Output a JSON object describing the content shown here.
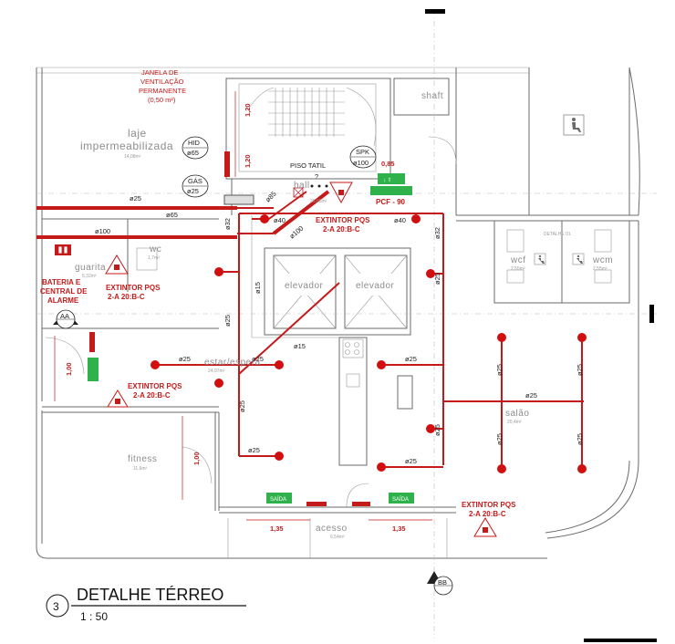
{
  "drawing": {
    "title": "DETALHE TÉRREO",
    "number": "3",
    "scale": "1 : 50"
  },
  "sections": {
    "aa": "AA",
    "bb": "BB"
  },
  "rooms": {
    "laje": "laje",
    "laje2": "impermeabilizada",
    "laje_area": "14,08m²",
    "wc": "wc",
    "wc_area": "1,7m²",
    "guarita": "guarita",
    "guarita_area": "5,32m²",
    "hall": "hall",
    "hall_area": "26,66m²",
    "elevador1": "elevador",
    "elevador2": "elevador",
    "estar": "estar/espera",
    "estar_area": "24,97m²",
    "fitness": "fitness",
    "fitness_area": "11,6m²",
    "salao": "salão",
    "salao_area": "20,4m²",
    "acesso": "acesso",
    "acesso_area": "6,54m²",
    "wcf": "wcf",
    "wcf_area": "2,55m²",
    "wcm": "wcm",
    "wcm_area": "2,55m²",
    "shaft": "shaft",
    "detalhe": "DETALHE 01"
  },
  "labels": {
    "janela": [
      "JANELA DE",
      "VENTILAÇÃO",
      "PERMANENTE",
      "(0,50 m²)"
    ],
    "hid": "HID",
    "gas": "GÁS",
    "spk": "SPK",
    "piso_tatil": "PISO TATIL",
    "pcf": "PCF - 90",
    "extintor_top": [
      "EXTINTOR PQS",
      "2-A 20:B-C"
    ],
    "extintor_guarita": [
      "EXTINTOR PQS",
      "2-A 20:B-C"
    ],
    "extintor_estar": [
      "EXTINTOR PQS",
      "2-A 20:B-C"
    ],
    "extintor_acesso": [
      "EXTINTOR PQS",
      "2-A 20:B-C"
    ],
    "bateria": [
      "BATERIA E",
      "CENTRAL DE",
      "ALARME"
    ],
    "saida": "SAÍDA",
    "question": "?"
  },
  "pipes": {
    "d25": "ø25",
    "d65": "ø65",
    "d100": "ø100",
    "d85": "ø85",
    "d40": "ø40",
    "d32": "ø32",
    "d15": "ø15"
  },
  "dimensions": {
    "d120a": "1,20",
    "d120b": "1,20",
    "d085": "0,85",
    "d100": "1,00",
    "d100b": "1,00",
    "d135a": "1,35",
    "d135b": "1,35"
  },
  "colors": {
    "fire_red": "#c41a1a",
    "exit_green": "#2fb24b",
    "wall_gray": "#6b6b6b"
  }
}
